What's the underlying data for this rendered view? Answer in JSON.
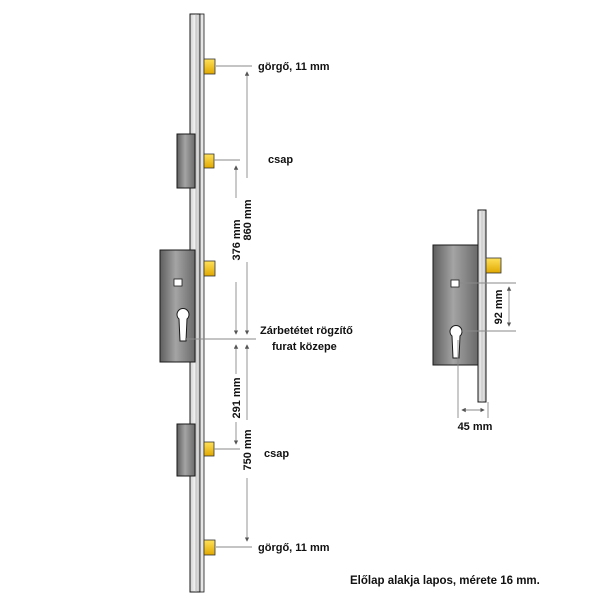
{
  "labels": {
    "top_roller": "görgő, 11 mm",
    "top_bolt": "csap",
    "center_line_1": "Zárbetétet rögzítő",
    "center_line_2": "furat közepe",
    "bottom_bolt": "csap",
    "bottom_roller": "görgő, 11 mm",
    "footnote": "Előlap alakja lapos, mérete 16 mm."
  },
  "dimensions": {
    "upper_total": "860 mm",
    "upper_partial": "376 mm",
    "lower_partial": "291 mm",
    "lower_total": "750 mm",
    "detail_vertical": "92 mm",
    "detail_backset": "45 mm"
  },
  "colors": {
    "faceplate": "#d9d9d9",
    "body": "#8a8a8a",
    "bolt": "#f2c200",
    "line": "#7a7a7a",
    "outline": "#1a1a1a"
  }
}
